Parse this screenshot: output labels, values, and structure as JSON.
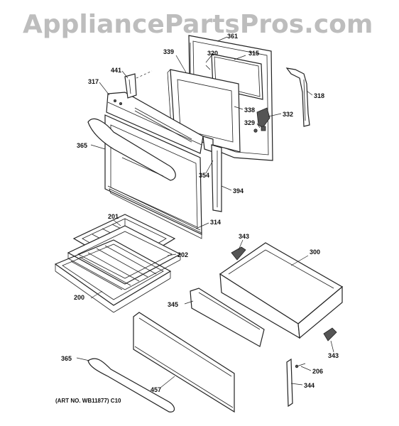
{
  "watermark": "AppliancePartsPros.com",
  "art_number": "(ART NO. WB11877) C10",
  "callouts": {
    "p361": "361",
    "p315": "315",
    "p339": "339",
    "p320": "320",
    "p441": "441",
    "p317": "317",
    "p318": "318",
    "p338": "338",
    "p332": "332",
    "p329": "329",
    "p365a": "365",
    "p354": "354",
    "p394": "394",
    "p314": "314",
    "p201": "201",
    "p343a": "343",
    "p202": "202",
    "p300": "300",
    "p200": "200",
    "p345": "345",
    "p343b": "343",
    "p365b": "365",
    "p206": "206",
    "p457": "457",
    "p344": "344"
  },
  "icons": {
    "oven_door": "oven-door-icon",
    "inner_door": "inner-door-panel-icon",
    "outer_frame": "door-frame-icon",
    "broiler_pan": "broiler-pan-icon",
    "oven_rack": "oven-rack-icon",
    "drawer_box": "drawer-box-icon",
    "drawer_front": "drawer-front-icon",
    "handle": "handle-icon"
  }
}
